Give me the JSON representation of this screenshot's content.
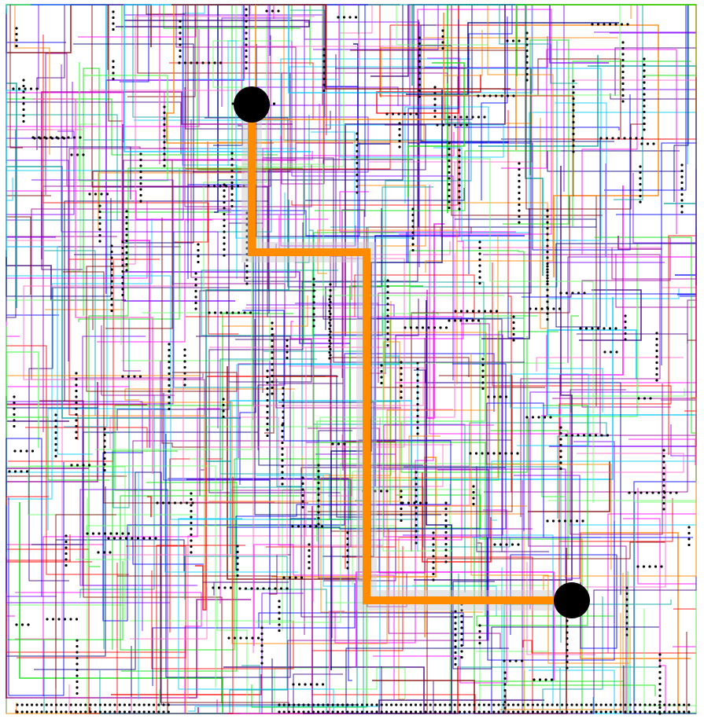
{
  "diagram": {
    "type": "pcb-routing-overlay",
    "background": "#ffffff",
    "highlighted_route": {
      "color": "#ff8c00",
      "shadow": "#c8c8c8",
      "endpoints": [
        "start-pad",
        "end-pad"
      ],
      "endpoint_color": "#000000"
    },
    "trace_palette": [
      "#ff00ff",
      "#00c8ff",
      "#00e000",
      "#0000ff",
      "#8000ff",
      "#ff0000",
      "#00a0a0",
      "#a000a0",
      "#400080",
      "#ff66cc",
      "#66ff66",
      "#000080",
      "#800000",
      "#ff8000"
    ],
    "pin_color": "#000000"
  }
}
